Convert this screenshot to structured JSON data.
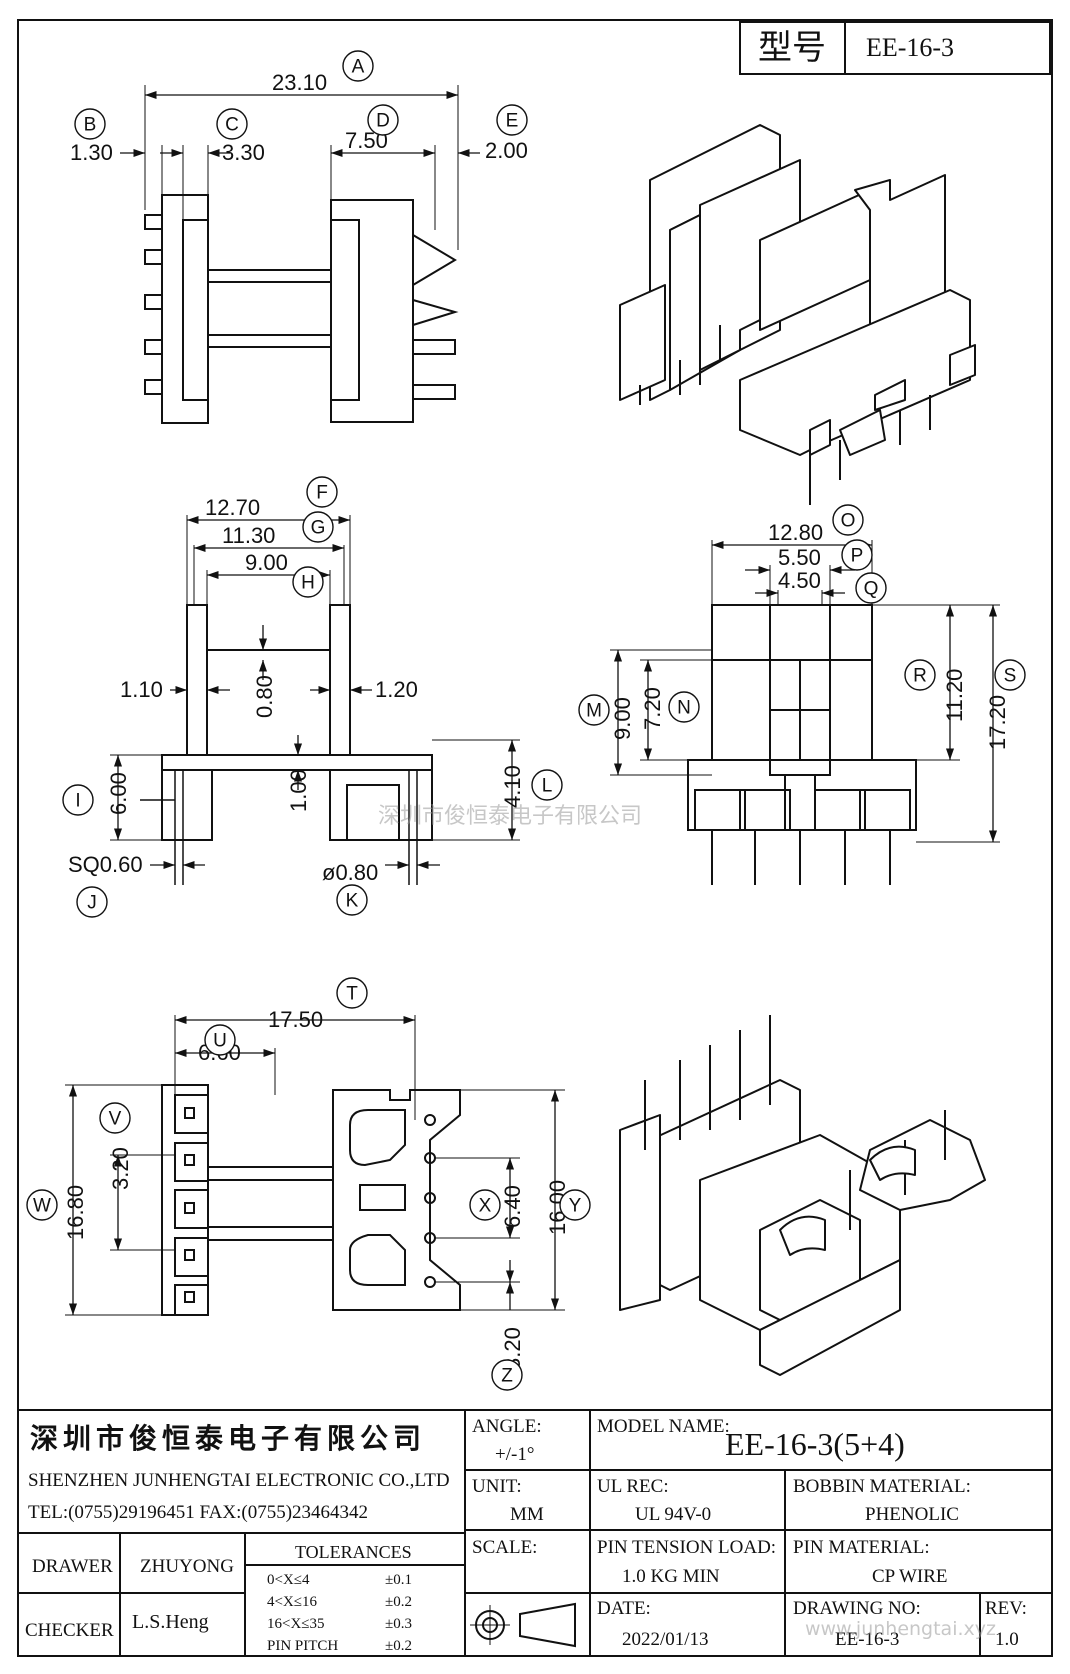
{
  "header": {
    "model_label": "型号",
    "model_value": "EE-16-3"
  },
  "dimensions": {
    "A": "23.10",
    "B": "1.30",
    "C": "3.30",
    "D": "7.50",
    "E": "2.00",
    "F": "12.70",
    "G": "11.30",
    "H": "9.00",
    "I": "6.00",
    "J": "SQ0.60",
    "K": "ø0.80",
    "L": "4.10",
    "side_left": "1.10",
    "side_right": "1.20",
    "center_v": "0.80",
    "center_low": "1.00",
    "O": "12.80",
    "P": "5.50",
    "Q": "4.50",
    "M": "9.00",
    "N": "7.20",
    "R": "11.20",
    "S": "17.20",
    "T": "17.50",
    "U": "6.60",
    "V": "3.20",
    "W": "16.80",
    "X": "6.40",
    "Y": "16.00",
    "Z": "3.20"
  },
  "callouts": [
    "A",
    "B",
    "C",
    "D",
    "E",
    "F",
    "G",
    "H",
    "I",
    "J",
    "K",
    "L",
    "M",
    "N",
    "O",
    "P",
    "Q",
    "R",
    "S",
    "T",
    "U",
    "V",
    "W",
    "X",
    "Y",
    "Z"
  ],
  "watermark": "深圳市俊恒泰电子有限公司",
  "title_block": {
    "company_cn": "深圳市俊恒泰电子有限公司",
    "company_en": "SHENZHEN JUNHENGTAI ELECTRONIC CO.,LTD",
    "contact": "TEL:(0755)29196451  FAX:(0755)23464342",
    "angle_label": "ANGLE:",
    "angle_value": "+/-1°",
    "model_name_label": "MODEL NAME:",
    "model_name_value": "EE-16-3(5+4)",
    "unit_label": "UNIT:",
    "unit_value": "MM",
    "ul_label": "UL REC:",
    "ul_value": "UL 94V-0",
    "bobbin_label": "BOBBIN MATERIAL:",
    "bobbin_value": "PHENOLIC",
    "drawer_label": "DRAWER",
    "drawer_value": "ZHUYONG",
    "tolerances_label": "TOLERANCES",
    "tol": [
      {
        "range": "0<X≤4",
        "value": "±0.1"
      },
      {
        "range": "4<X≤16",
        "value": "±0.2"
      },
      {
        "range": "16<X≤35",
        "value": "±0.3"
      },
      {
        "range": "PIN PITCH",
        "value": "±0.2"
      }
    ],
    "scale_label": "SCALE:",
    "pin_tension_label": "PIN TENSION LOAD:",
    "pin_tension_value": "1.0 KG MIN",
    "pin_material_label": "PIN MATERIAL:",
    "pin_material_value": "CP WIRE",
    "checker_label": "CHECKER",
    "checker_value": "L.S.Heng",
    "date_label": "DATE:",
    "date_value": "2022/01/13",
    "drawing_no_label": "DRAWING NO:",
    "drawing_no_value": "EE-16-3",
    "rev_label": "REV:",
    "rev_value": "1.0",
    "website": "www.junhengtai.xyz"
  }
}
